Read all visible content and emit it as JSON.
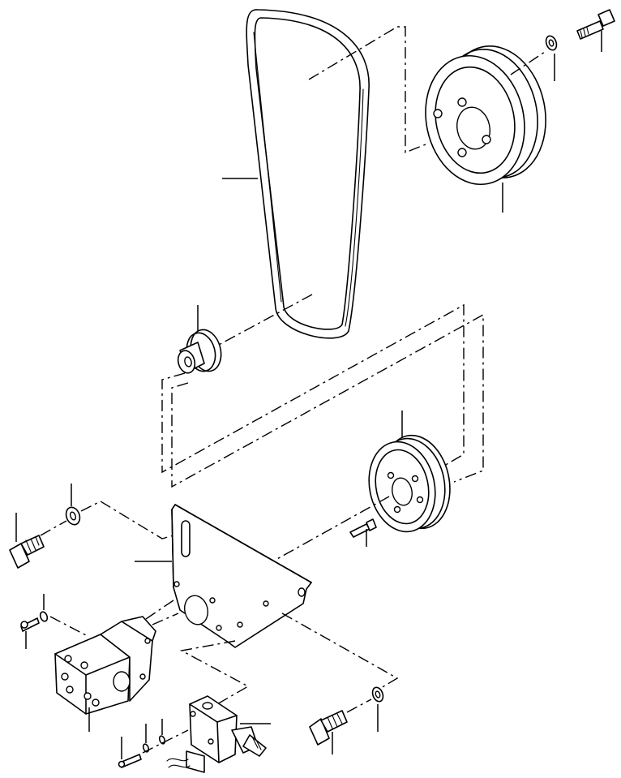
{
  "figure": {
    "kind": "exploded parts diagram",
    "line_color": "#000000",
    "background": "#ffffff",
    "components": [
      "belt",
      "large-pulley",
      "washer",
      "bolt",
      "small-pulley",
      "medium-pulley",
      "mounting-bracket",
      "hydraulic-pump",
      "relief-valve"
    ]
  }
}
